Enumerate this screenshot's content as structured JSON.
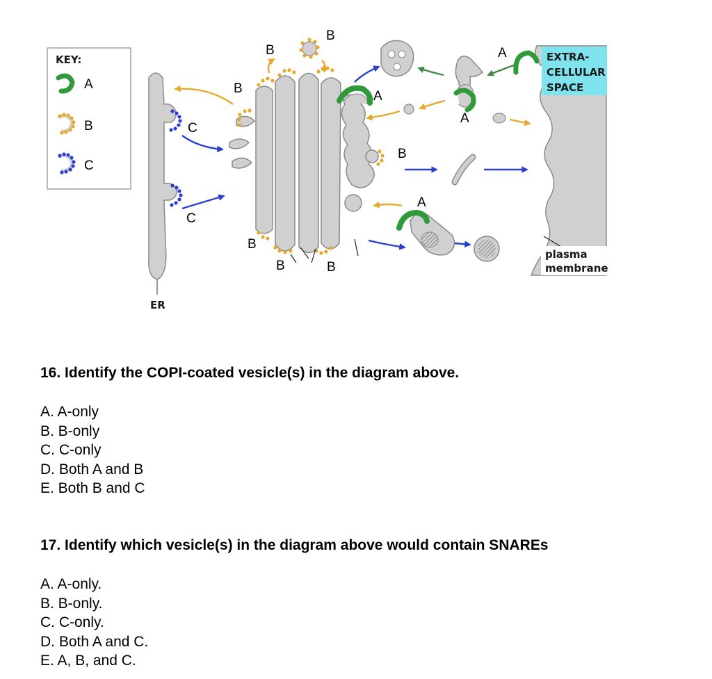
{
  "diagram": {
    "key": {
      "title": "KEY:",
      "items": [
        {
          "label": "A",
          "coat": "green",
          "color": "#2e9a3a"
        },
        {
          "label": "B",
          "coat": "orange",
          "color": "#e6a92c"
        },
        {
          "label": "C",
          "coat": "blue",
          "color": "#2a3fd0"
        }
      ]
    },
    "labels": {
      "er": "ER",
      "extracellular": [
        "EXTRA-",
        "CELLULAR",
        "SPACE"
      ],
      "plasma_membrane": [
        "plasma",
        "membrane"
      ],
      "a": "A",
      "b": "B",
      "c": "C"
    },
    "colors": {
      "membrane_fill": "#cfd0cf",
      "membrane_stroke": "#8a8a8a",
      "coat_a": "#2e9a3a",
      "coat_b": "#e6a92c",
      "coat_c": "#2a3fd0",
      "arrow_a": "#3f8a3f",
      "arrow_b": "#e6a92c",
      "arrow_c": "#2a3fd0",
      "extracellular_box": "#7fe3ee"
    }
  },
  "questions": [
    {
      "text": "16. Identify the COPI-coated vesicle(s) in the diagram above.",
      "options": [
        "A. A-only",
        "B. B-only",
        "C. C-only",
        "D. Both A and B",
        "E. Both B and C"
      ]
    },
    {
      "text": "17. Identify which vesicle(s) in the diagram above would contain SNAREs",
      "options": [
        "A. A-only.",
        "B. B-only.",
        "C. C-only.",
        "D. Both A and C.",
        "E. A, B, and C."
      ]
    }
  ]
}
